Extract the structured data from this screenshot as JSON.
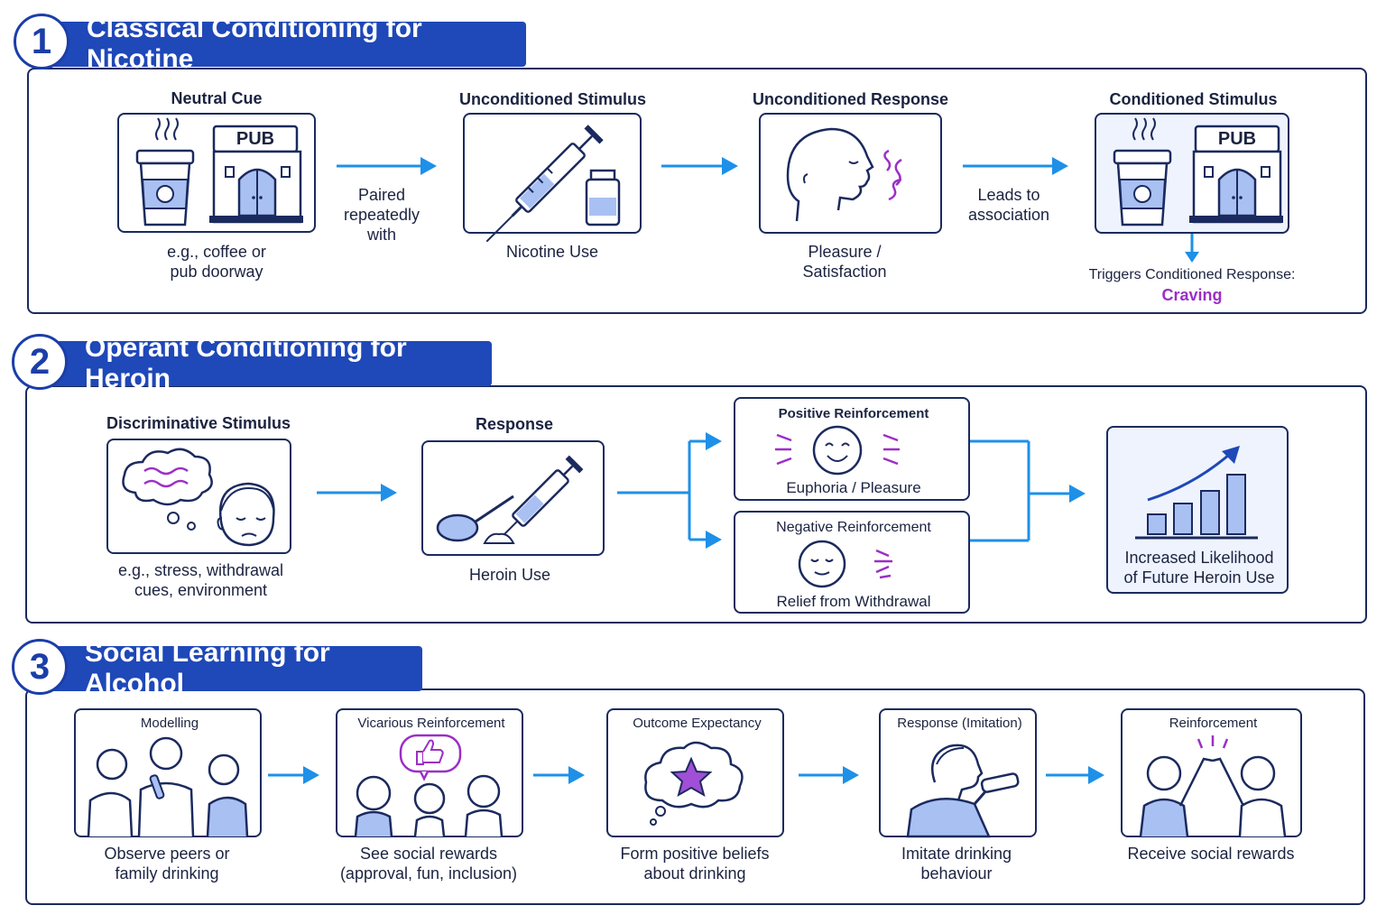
{
  "section1": {
    "number": "1",
    "title": "Classical Conditioning for Nicotine",
    "neutral_cue": {
      "heading": "Neutral Cue",
      "pub_sign": "PUB",
      "caption_line1": "e.g., coffee or",
      "caption_line2": "pub doorway"
    },
    "connector1": {
      "line1": "Paired",
      "line2": "repeatedly",
      "line3": "with"
    },
    "unconditioned_stimulus": {
      "heading": "Unconditioned Stimulus",
      "caption": "Nicotine Use"
    },
    "unconditioned_response": {
      "heading": "Unconditioned Response",
      "caption_line1": "Pleasure /",
      "caption_line2": "Satisfaction"
    },
    "connector2": {
      "line1": "Leads to",
      "line2": "association"
    },
    "conditioned_stimulus": {
      "heading": "Conditioned Stimulus",
      "pub_sign": "PUB",
      "trigger_text": "Triggers Conditioned Response:",
      "craving": "Craving"
    }
  },
  "section2": {
    "number": "2",
    "title": "Operant Conditioning for Heroin",
    "discriminative_stimulus": {
      "heading": "Discriminative Stimulus",
      "caption_line1": "e.g., stress, withdrawal",
      "caption_line2": "cues, environment"
    },
    "response": {
      "heading": "Response",
      "caption": "Heroin Use"
    },
    "positive_reinforcement": {
      "heading": "Positive Reinforcement",
      "caption": "Euphoria / Pleasure"
    },
    "negative_reinforcement": {
      "heading": "Negative Reinforcement",
      "caption": "Relief from Withdrawal"
    },
    "outcome": {
      "line1": "Increased Likelihood",
      "line2": "of Future Heroin Use"
    }
  },
  "section3": {
    "number": "3",
    "title": "Social Learning for Alcohol",
    "steps": [
      {
        "heading": "Modelling",
        "caption_line1": "Observe peers or",
        "caption_line2": "family drinking"
      },
      {
        "heading": "Vicarious Reinforcement",
        "caption_line1": "See social rewards",
        "caption_line2": "(approval, fun, inclusion)"
      },
      {
        "heading": "Outcome Expectancy",
        "caption_line1": "Form positive beliefs",
        "caption_line2": "about drinking"
      },
      {
        "heading": "Response (Imitation)",
        "caption_line1": "Imitate drinking",
        "caption_line2": "behaviour"
      },
      {
        "heading": "Reinforcement",
        "caption_line1": "Receive social rewards",
        "caption_line2": ""
      }
    ]
  },
  "colors": {
    "navy": "#1b2a5e",
    "banner_blue": "#1f48b8",
    "arrow_blue": "#1e90e8",
    "accent_purple": "#9b2fc6",
    "icon_fill": "#a9c0f2"
  },
  "icons": [
    "coffee-cup-icon",
    "pub-icon",
    "syringe-icon",
    "vial-icon",
    "face-exhale-icon",
    "thought-cloud-icon",
    "worried-face-icon",
    "spoon-icon",
    "smile-face-icon",
    "calm-face-icon",
    "bar-chart-up-icon",
    "people-drinking-icon",
    "thumbs-up-icon",
    "star-cloud-icon",
    "drinking-person-icon",
    "high-five-icon"
  ]
}
